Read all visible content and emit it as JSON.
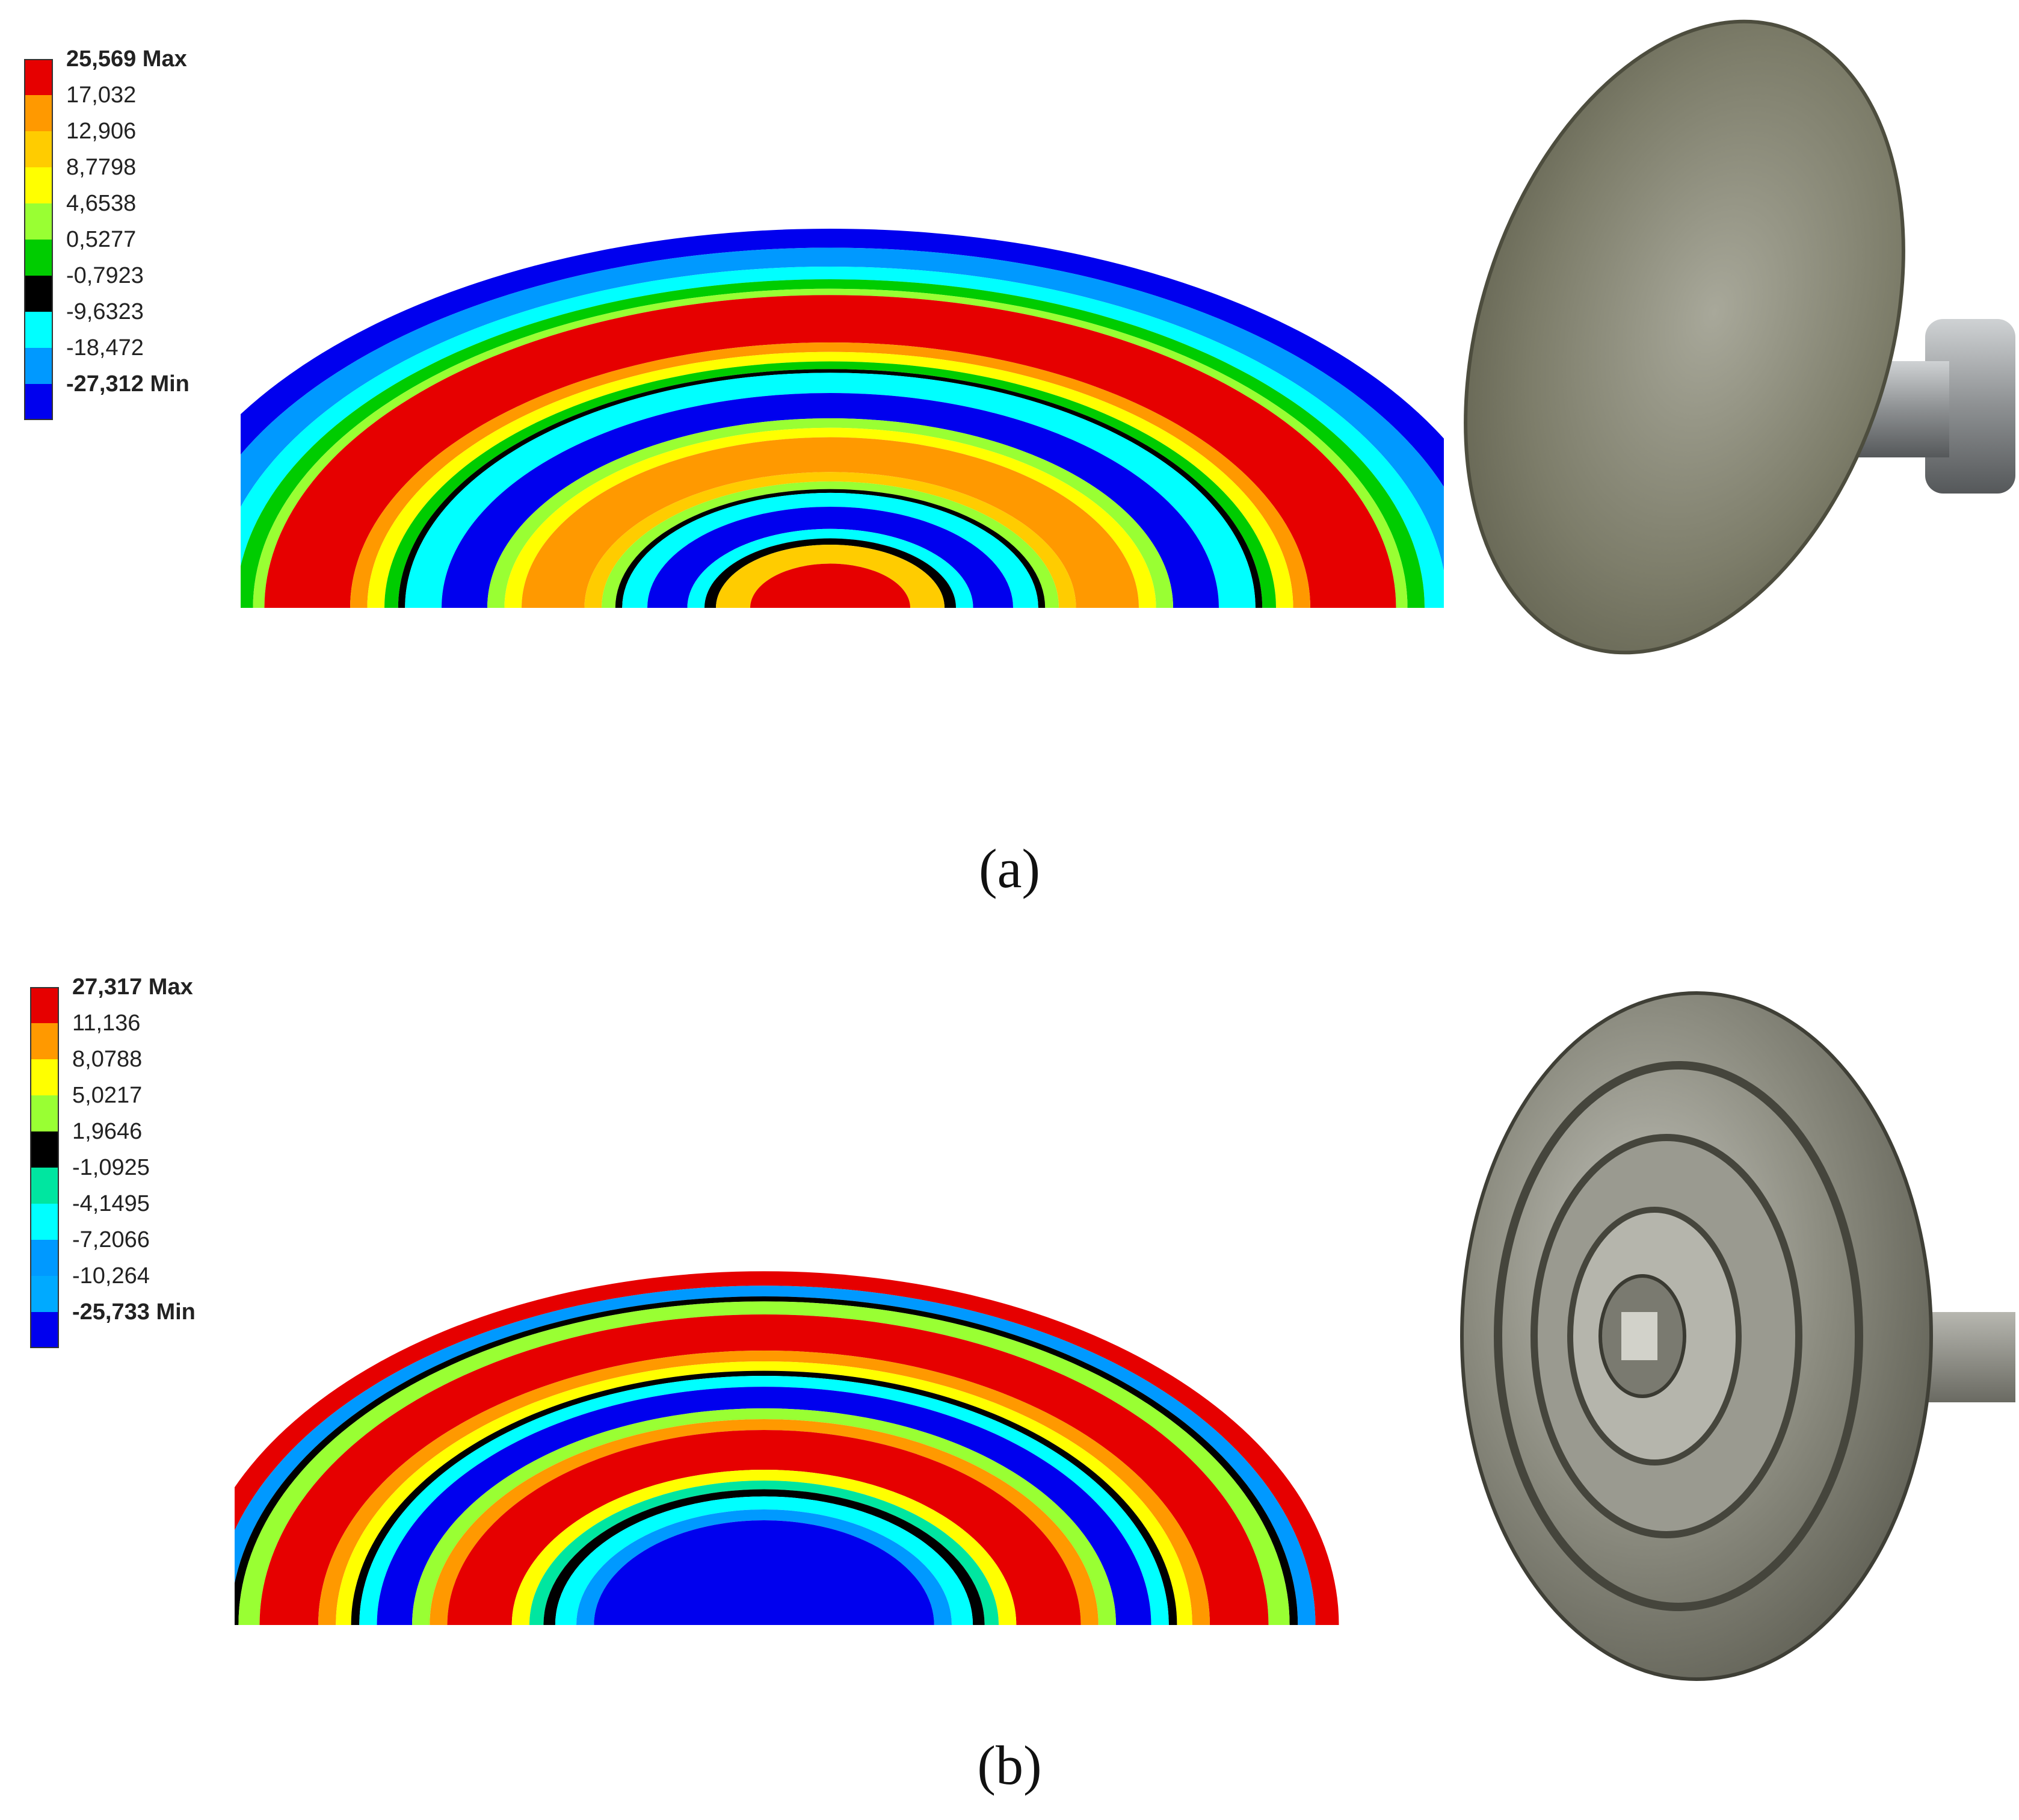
{
  "panels": [
    {
      "caption": "(a)",
      "legend": [
        {
          "label": "25,569 Max",
          "color": "#e60000",
          "bold": true
        },
        {
          "label": "17,032",
          "color": "#ff9900",
          "bold": false
        },
        {
          "label": "12,906",
          "color": "#ffcc00",
          "bold": false
        },
        {
          "label": "8,7798",
          "color": "#ffff00",
          "bold": false
        },
        {
          "label": "4,6538",
          "color": "#99ff33",
          "bold": false
        },
        {
          "label": "0,5277",
          "color": "#00cc00",
          "bold": false
        },
        {
          "label": "-0,7923",
          "color": "#000000",
          "bold": false
        },
        {
          "label": "-9,6323",
          "color": "#00ffff",
          "bold": false
        },
        {
          "label": "-18,472",
          "color": "#0099ff",
          "bold": false
        },
        {
          "label": "-27,312 Min",
          "color": "#0000ee",
          "bold": true
        }
      ]
    },
    {
      "caption": "(b)",
      "legend": [
        {
          "label": "27,317 Max",
          "color": "#e60000",
          "bold": true
        },
        {
          "label": "11,136",
          "color": "#ff9900",
          "bold": false
        },
        {
          "label": "8,0788",
          "color": "#ffff00",
          "bold": false
        },
        {
          "label": "5,0217",
          "color": "#99ff33",
          "bold": false
        },
        {
          "label": "1,9646",
          "color": "#000000",
          "bold": false
        },
        {
          "label": "-1,0925",
          "color": "#00e6a0",
          "bold": false
        },
        {
          "label": "-4,1495",
          "color": "#00ffff",
          "bold": false
        },
        {
          "label": "-7,2066",
          "color": "#0099ff",
          "bold": false
        },
        {
          "label": "-10,264",
          "color": "#00aaff",
          "bold": false
        },
        {
          "label": "-25,733 Min",
          "color": "#0000ee",
          "bold": true
        }
      ]
    }
  ]
}
